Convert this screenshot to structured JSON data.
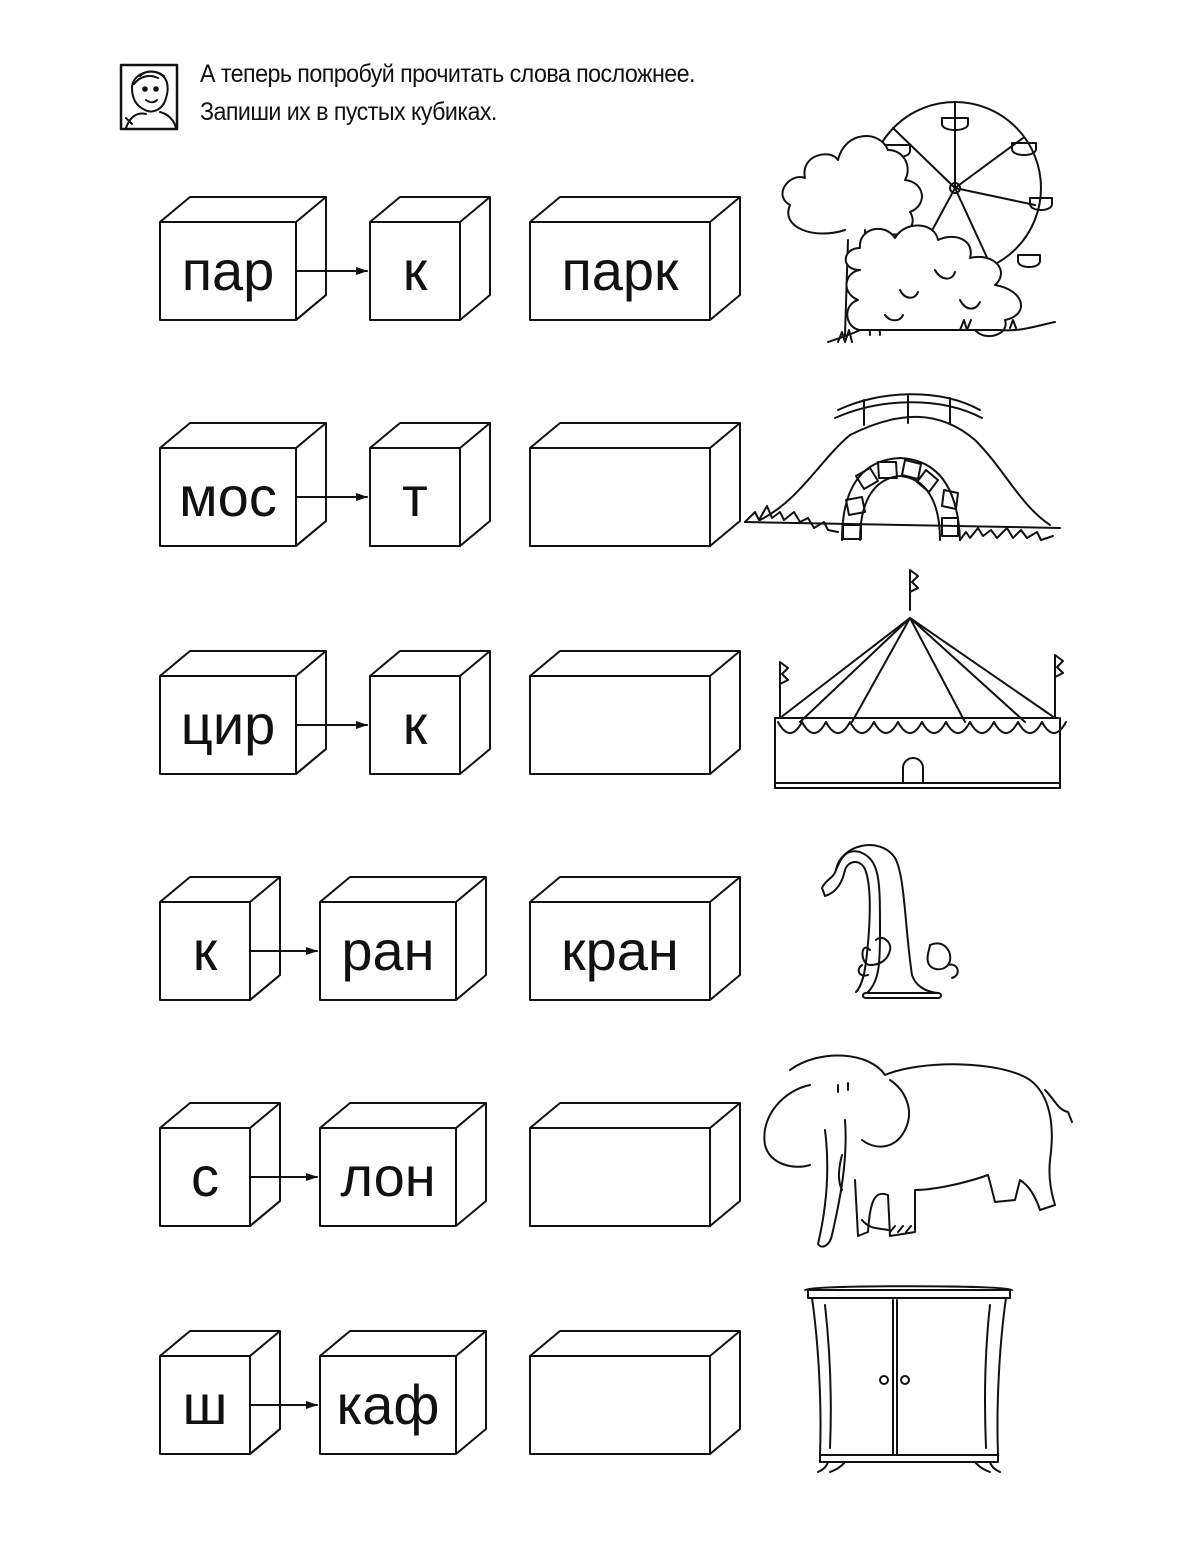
{
  "instructions": {
    "line1": "А теперь попробуй прочитать слова посложнее.",
    "line2": "Запиши их в пустых кубиках.",
    "icon": "child-face-icon"
  },
  "rows": [
    {
      "first": "пар",
      "second": "к",
      "answer": "парк",
      "picture": "park-icon"
    },
    {
      "first": "мос",
      "second": "т",
      "answer": "",
      "picture": "bridge-icon"
    },
    {
      "first": "цир",
      "second": "к",
      "answer": "",
      "picture": "circus-tent-icon"
    },
    {
      "first": "к",
      "second": "ран",
      "answer": "кран",
      "picture": "faucet-icon"
    },
    {
      "first": "с",
      "second": "лон",
      "answer": "",
      "picture": "elephant-icon"
    },
    {
      "first": "ш",
      "second": "каф",
      "answer": "",
      "picture": "wardrobe-icon"
    }
  ]
}
